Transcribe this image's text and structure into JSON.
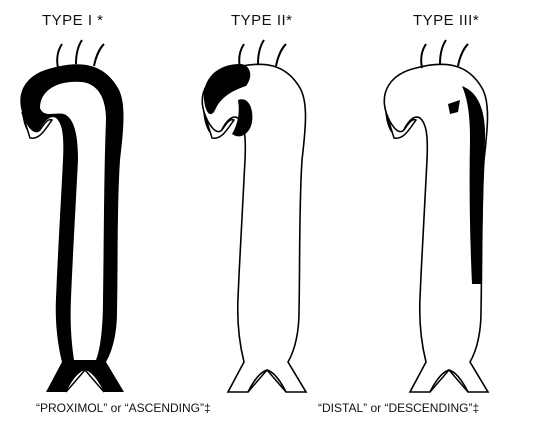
{
  "titles": {
    "type1": "TYPE I *",
    "type2": "TYPE II*",
    "type3": "TYPE III*"
  },
  "captions": {
    "proximal": "“PROXIMOL” or “ASCENDING”‡",
    "distal": "“DISTAL” or “DESCENDING”‡"
  },
  "colors": {
    "ink": "#000000",
    "paper": "#ffffff"
  }
}
